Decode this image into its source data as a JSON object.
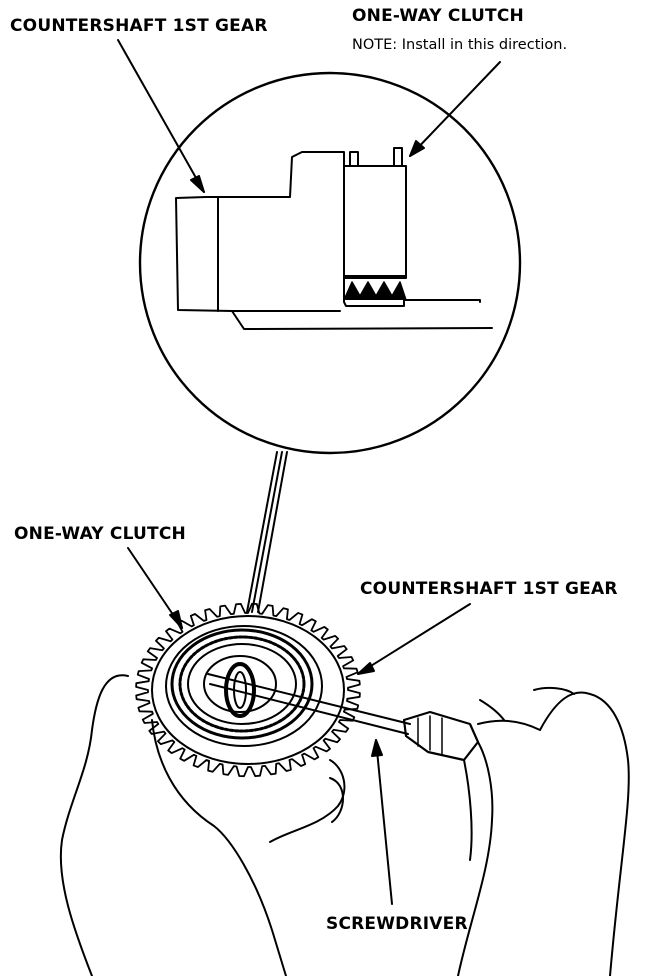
{
  "labels": {
    "countershaft_top": "COUNTERSHAFT 1ST GEAR",
    "oneway_clutch_top": "ONE-WAY CLUTCH",
    "note": "NOTE: Install in this direction.",
    "oneway_clutch_bottom": "ONE-WAY CLUTCH",
    "countershaft_bottom": "COUNTERSHAFT 1ST GEAR",
    "screwdriver": "SCREWDRIVER"
  },
  "colors": {
    "ink": "#000000",
    "paper": "#ffffff"
  }
}
